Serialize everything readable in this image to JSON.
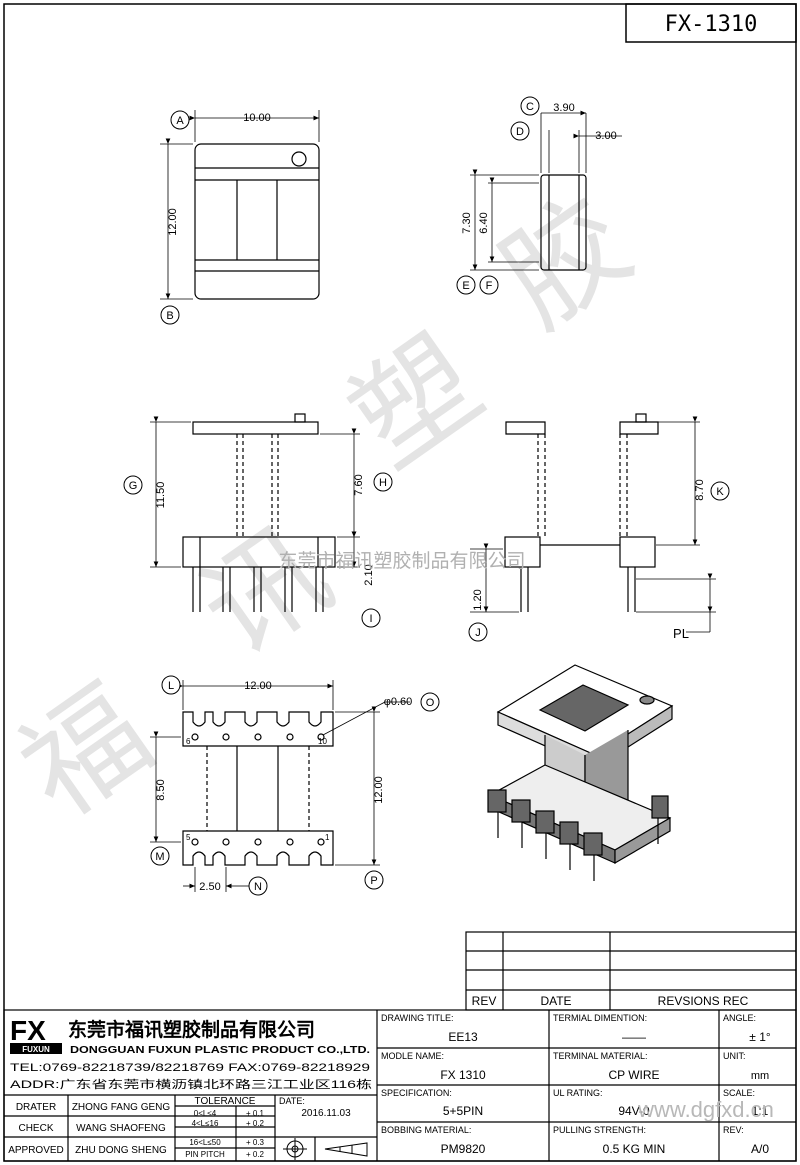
{
  "drawing_number": "FX-1310",
  "dims": {
    "d_10": "10.00",
    "d_12": "12.00",
    "d_390": "3.90",
    "d_300": "3.00",
    "d_730": "7.30",
    "d_640": "6.40",
    "d_1150": "11.50",
    "d_760": "7.60",
    "d_210": "2.10",
    "d_870": "8.70",
    "d_120": "1.20",
    "pl": "PL",
    "d_1200b": "12.00",
    "d_phi": "φ0.60",
    "d_850": "8.50",
    "d_1200c": "12.00",
    "d_250": "2.50"
  },
  "markers": [
    "A",
    "B",
    "C",
    "D",
    "E",
    "F",
    "G",
    "H",
    "I",
    "J",
    "K",
    "L",
    "M",
    "N",
    "O",
    "P"
  ],
  "pin_labels": {
    "p6": "6",
    "p10": "10",
    "p5": "5",
    "p1": "1"
  },
  "watermark_text": "东莞市福讯塑胶制品有限公司",
  "revision_table": {
    "rev": "REV",
    "date": "DATE",
    "rec": "REVSIONS REC"
  },
  "company": {
    "logo": "FX",
    "logo_sub": "FUXUN",
    "name_cn": "东莞市福讯塑胶制品有限公司",
    "name_en": "DONGGUAN FUXUN PLASTIC PRODUCT CO.,LTD.",
    "tel": "TEL:0769-82218739/82218769 FAX:0769-82218929",
    "addr": "ADDR:广东省东莞市横沥镇北环路三江工业区116栋"
  },
  "people": {
    "drater_lbl": "DRATER",
    "drater": "ZHONG FANG GENG",
    "check_lbl": "CHECK",
    "check": "WANG SHAOFENG",
    "approved_lbl": "APPROVED",
    "approved": "ZHU DONG SHENG"
  },
  "tolerance": {
    "title": "TOLERANCE",
    "r1": "0<L≤4",
    "v1": "+ 0.1",
    "r2": "4<L≤16",
    "v2": "+ 0.2",
    "r3": "16<L≤50",
    "v3": "+ 0.3",
    "r4": "PIN PITCH",
    "v4": "+ 0.2"
  },
  "date": {
    "label": "DATE:",
    "value": "2016.11.03"
  },
  "fields": {
    "drawing_title_lbl": "DRAWING TITLE:",
    "drawing_title": "EE13",
    "module_lbl": "MODLE NAME:",
    "module": "FX 1310",
    "spec_lbl": "SPECIFICATION:",
    "spec": "5+5PIN",
    "bobbing_lbl": "BOBBING MATERIAL:",
    "bobbing": "PM9820",
    "term_dim_lbl": "TERMIAL DIMENTION:",
    "term_dim": "——",
    "term_mat_lbl": "TERMINAL MATERIAL:",
    "term_mat": "CP WIRE",
    "ul_lbl": "UL RATING:",
    "ul": "94V-0",
    "pull_lbl": "PULLING STRENGTH:",
    "pull": "0.5 KG MIN",
    "angle_lbl": "ANGLE:",
    "angle": "± 1°",
    "unit_lbl": "UNIT:",
    "unit": "mm",
    "scale_lbl": "SCALE:",
    "scale": "1:1",
    "rev_lbl": "REV:",
    "rev": "A/0"
  },
  "site_watermark": "www.dgfxd.cn"
}
